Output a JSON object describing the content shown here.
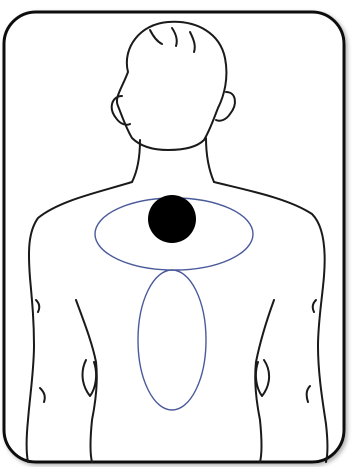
{
  "figure": {
    "frame_border_color": "#111111",
    "frame_shadow_color": "#9a9a9a",
    "outline_color": "#1a1a1a",
    "marker_color": "#000000",
    "region_outline_color": "#4a5a9a",
    "subject": "posterior-torso-outline",
    "regions": [
      "upper-back-oval-region",
      "lower-back-oval-region"
    ],
    "marker": "circular-marker"
  }
}
